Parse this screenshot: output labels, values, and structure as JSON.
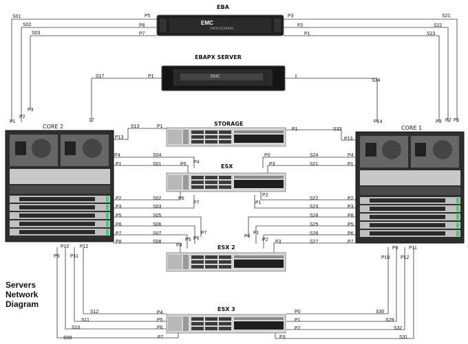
{
  "devices": {
    "eba": {
      "title": "EBA",
      "brand": "EMC",
      "model": "DATA DOMAIN"
    },
    "ebapx": {
      "title": "EBAPX SERVER",
      "brand": "EMC"
    },
    "storage": {
      "title": "STORAGE"
    },
    "esx": {
      "title": "ESX"
    },
    "esx2": {
      "title": "ESX 2"
    },
    "esx3": {
      "title": "ESX 3"
    },
    "core2": {
      "title": "CORE 2"
    },
    "core1": {
      "title": "CORE 1"
    }
  },
  "legend": [
    "Servers",
    "Network",
    "Diagram"
  ],
  "labels": {
    "l_s01": "S01",
    "l_s02": "S02",
    "l_s03": "S03",
    "l_p5eba": "P5",
    "l_p6eba": "P6",
    "l_p7eba": "P7",
    "l_p3eba": "P3",
    "l_p2eba": "P2",
    "l_p1eba": "P1",
    "l_s21t": "S21",
    "l_s22t": "S22",
    "l_s23t": "S23",
    "l_s17": "S17",
    "l_p1x": "P1",
    "l_1x": "1",
    "l_s34": "S34",
    "l_c2p1": "P1",
    "l_c2p2": "P2",
    "l_c2p3": "P3",
    "l_c217": "17",
    "l_c1p14": "P14",
    "l_c1p3": "P3",
    "l_c1p2": "P2",
    "l_c1p1": "P1",
    "l_s13": "S13",
    "l_p1st": "P1",
    "l_p13l": "P13",
    "l_p1str": "P1",
    "l_s33": "S33",
    "l_p13r": "P13",
    "l_lp4": "P4",
    "l_s04": "S04",
    "l_p4e": "P4",
    "l_p0e": "P0",
    "l_s24": "S24",
    "l_rp4": "P4",
    "l_lp1": "P1",
    "l_s01e": "S01",
    "l_p5e": "P5",
    "l_p3e": "P3",
    "l_s21e": "S21",
    "l_rp1": "P1",
    "l_lp2": "P2",
    "l_s02e": "S02",
    "l_p6e": "P6",
    "l_p2e": "P2",
    "l_s22e": "S22",
    "l_rp2": "P2",
    "l_lp3": "P3",
    "l_s03e": "S03",
    "l_p7e": "P7",
    "l_p1e": "P1",
    "l_s23e": "S23",
    "l_rp3": "P3",
    "l_lp5": "P5",
    "l_s05": "S05",
    "l_s28": "S28",
    "l_rp8": "P8",
    "l_lp6": "P6",
    "l_s06": "S06",
    "l_p7e2": "P7",
    "l_p0e2": "P0",
    "l_s25": "S25",
    "l_rp5": "P5",
    "l_lp7": "P7",
    "l_s07": "S07",
    "l_p5e2": "P5",
    "l_p6e2": "P6",
    "l_p1e2": "P1",
    "l_p2e2": "P2",
    "l_s26": "S26",
    "l_rp6": "P6",
    "l_lp8": "P8",
    "l_s08": "S08",
    "l_p4e2": "P4",
    "l_p3e2": "P3",
    "l_s27": "S27",
    "l_rp7": "P7",
    "l_p9l": "P9",
    "l_p10l": "P10",
    "l_p11l": "P11",
    "l_p12l": "P12",
    "l_p10r": "P10",
    "l_p9r": "P9",
    "l_p12r": "P12",
    "l_p11r": "P11",
    "l_s12": "S12",
    "l_p4e3": "P4",
    "l_p0e3": "P0",
    "l_s30": "S30",
    "l_s11": "S11",
    "l_p5e3": "P5",
    "l_p1e3": "P1",
    "l_s29": "S29",
    "l_s10": "S10",
    "l_p6e3": "P6",
    "l_p2e3": "P2",
    "l_s32": "S32",
    "l_s09": "S09",
    "l_p7e3": "P7",
    "l_p3e3": "P3",
    "l_s31": "S31"
  },
  "colors": {
    "line": "#333333",
    "chassis": "#3a3a3a",
    "server": "#d9d9d9",
    "emc": "#1a1a1a"
  }
}
